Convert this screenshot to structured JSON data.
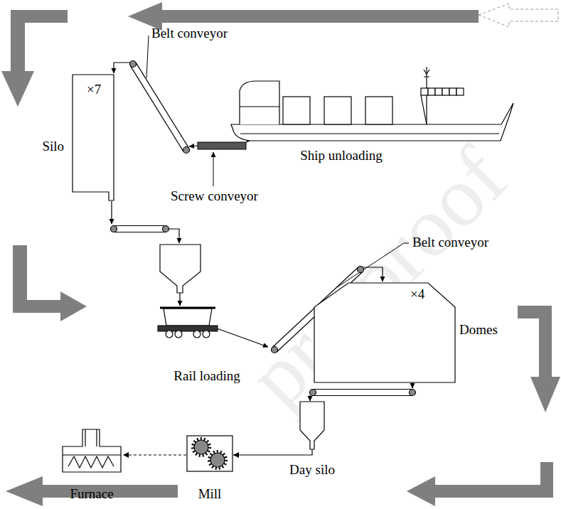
{
  "diagram": {
    "nodes": [
      {
        "text": [
          "×7",
          "Silo"
        ]
      },
      {
        "text": [
          "Ship unloading"
        ]
      },
      {
        "text": [
          "Rail loading"
        ]
      },
      {
        "text": [
          "×4",
          "Domes"
        ]
      },
      {
        "text": [
          "Day silo"
        ]
      },
      {
        "text": [
          "Mill"
        ]
      },
      {
        "text": [
          "Furnace"
        ]
      }
    ],
    "edges": [
      {
        "from": 4,
        "to": 5,
        "arrow": "to"
      },
      {
        "from": 5,
        "to": 6,
        "arrow": "to"
      }
    ],
    "labels": [
      "Belt conveyor",
      "Screw conveyor",
      "Belt conveyor",
      "pre-proof"
    ]
  }
}
